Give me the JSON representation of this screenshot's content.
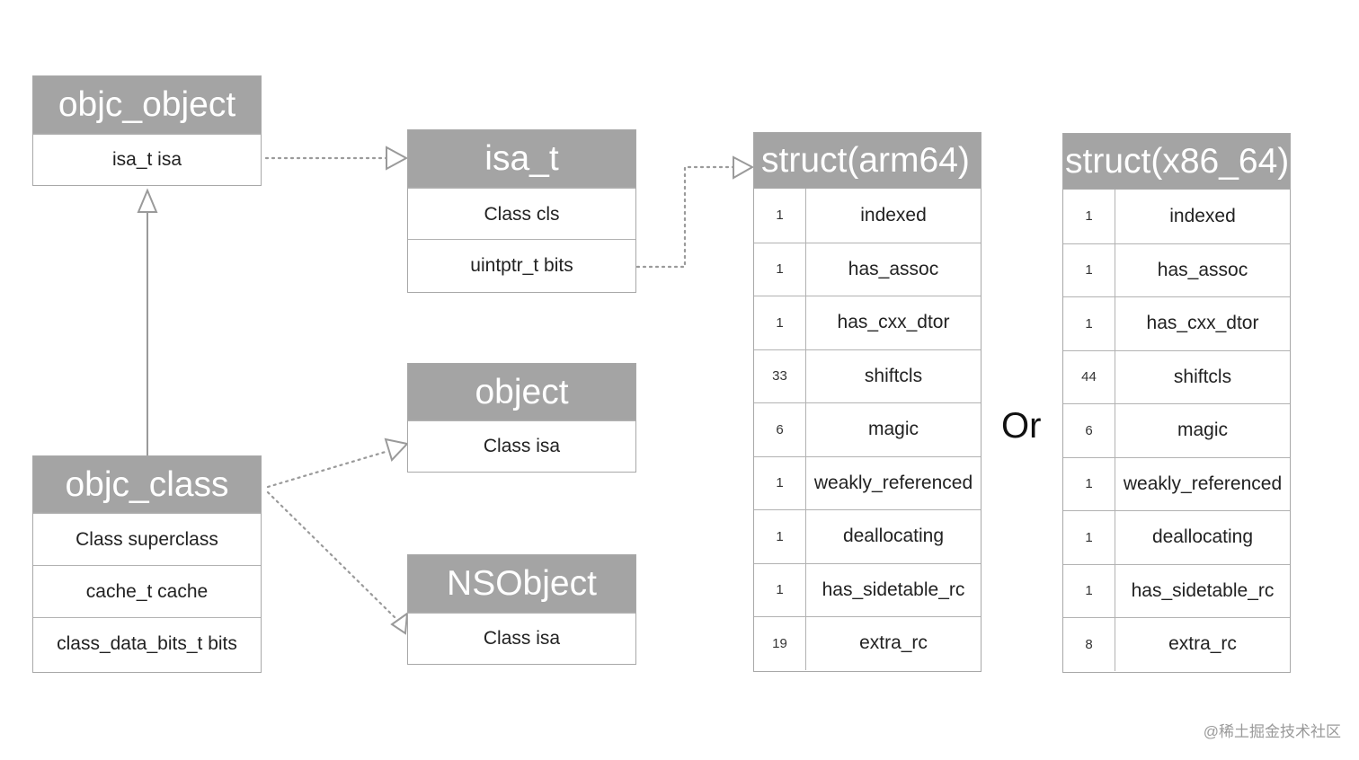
{
  "boxes": {
    "objc_object": {
      "title": "objc_object",
      "rows": [
        "isa_t isa"
      ]
    },
    "isa_t": {
      "title": "isa_t",
      "rows": [
        "Class cls",
        "uintptr_t bits"
      ]
    },
    "object": {
      "title": "object",
      "rows": [
        "Class isa"
      ]
    },
    "objc_class": {
      "title": "objc_class",
      "rows": [
        "Class superclass",
        "cache_t cache",
        "class_data_bits_t bits"
      ]
    },
    "nsobject": {
      "title": "NSObject",
      "rows": [
        "Class isa"
      ]
    }
  },
  "structs": {
    "arm64": {
      "title": "struct(arm64)",
      "fields": [
        {
          "bits": "1",
          "name": "indexed"
        },
        {
          "bits": "1",
          "name": "has_assoc"
        },
        {
          "bits": "1",
          "name": "has_cxx_dtor"
        },
        {
          "bits": "33",
          "name": "shiftcls"
        },
        {
          "bits": "6",
          "name": "magic"
        },
        {
          "bits": "1",
          "name": "weakly_referenced"
        },
        {
          "bits": "1",
          "name": "deallocating"
        },
        {
          "bits": "1",
          "name": "has_sidetable_rc"
        },
        {
          "bits": "19",
          "name": "extra_rc"
        }
      ]
    },
    "x86_64": {
      "title": "struct(x86_64)",
      "fields": [
        {
          "bits": "1",
          "name": "indexed"
        },
        {
          "bits": "1",
          "name": "has_assoc"
        },
        {
          "bits": "1",
          "name": "has_cxx_dtor"
        },
        {
          "bits": "44",
          "name": "shiftcls"
        },
        {
          "bits": "6",
          "name": "magic"
        },
        {
          "bits": "1",
          "name": "weakly_referenced"
        },
        {
          "bits": "1",
          "name": "deallocating"
        },
        {
          "bits": "1",
          "name": "has_sidetable_rc"
        },
        {
          "bits": "8",
          "name": "extra_rc"
        }
      ]
    }
  },
  "or_label": "Or",
  "watermark": "@稀土掘金技术社区",
  "colors": {
    "header_bg": "#a4a4a4",
    "border": "#a8a8a8",
    "edge": "#9a9a9a"
  }
}
